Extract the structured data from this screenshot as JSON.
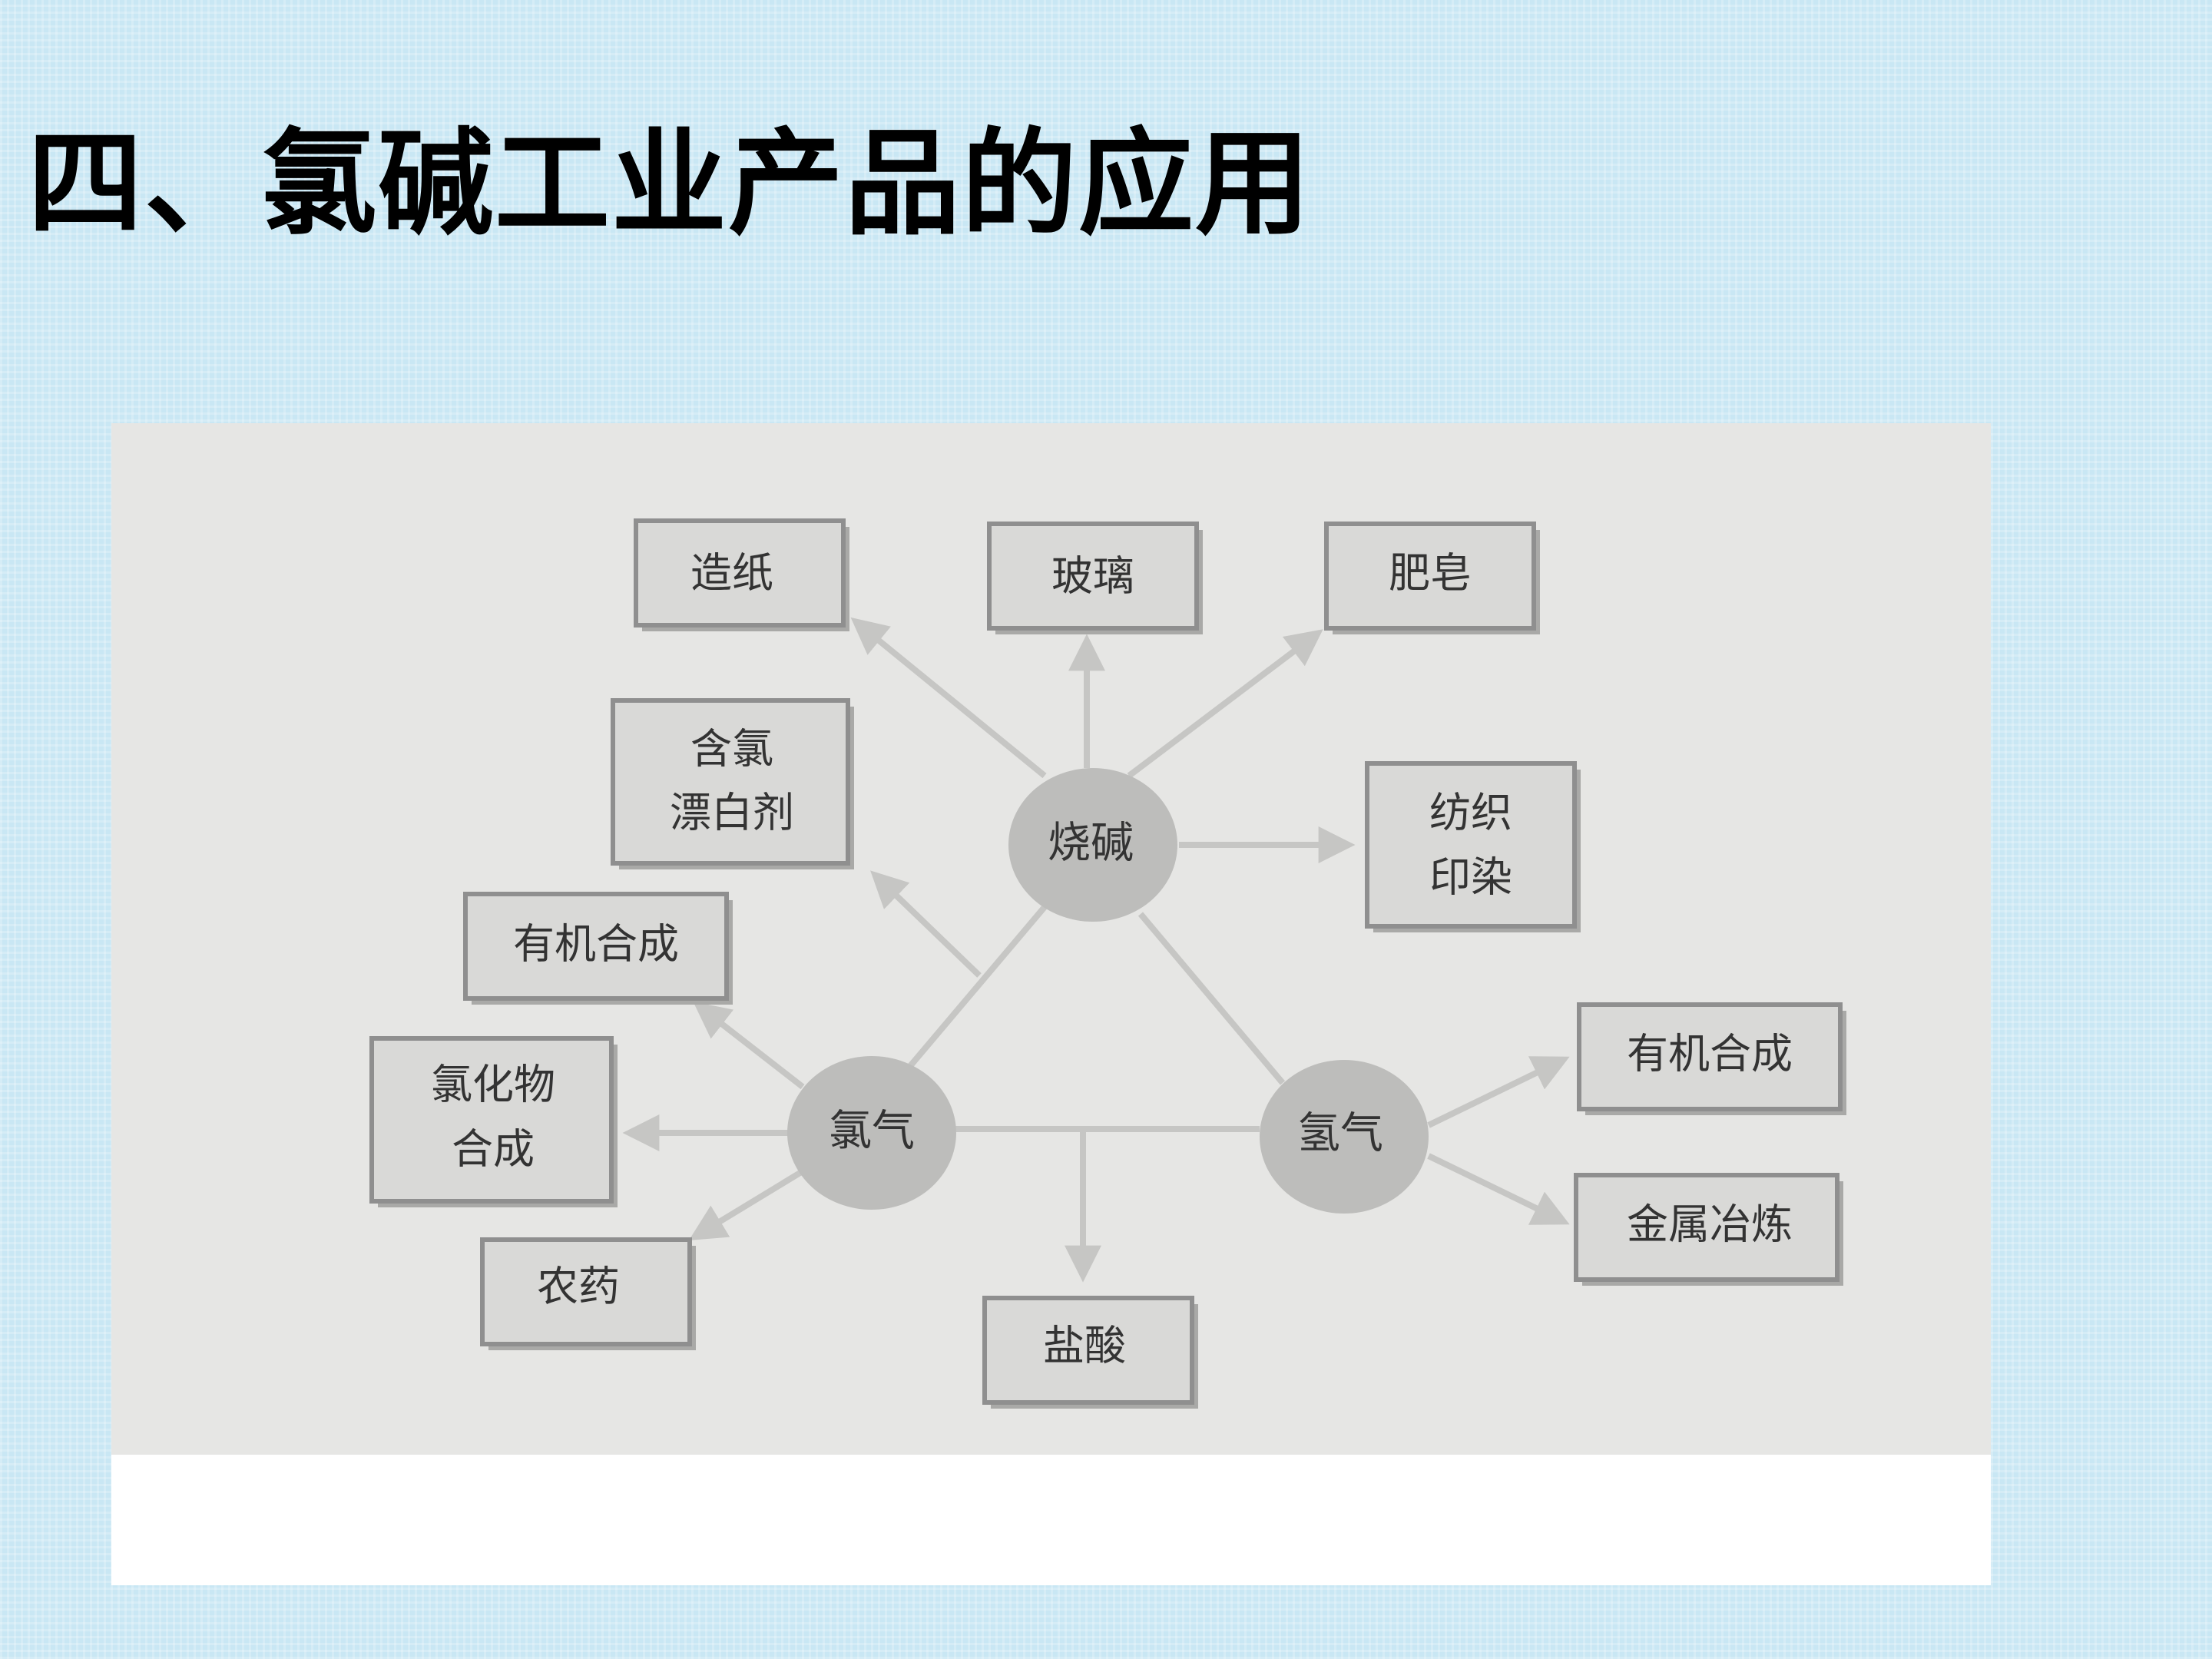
{
  "title": "四、氯碱工业产品的应用",
  "nodes": {
    "caustic_soda": "烧碱",
    "chlorine": "氯气",
    "hydrogen": "氢气"
  },
  "boxes": {
    "paper": "造纸",
    "glass": "玻璃",
    "soap": "肥皂",
    "bleach_line1": "含氯",
    "bleach_line2": "漂白剂",
    "textile_line1": "纺织",
    "textile_line2": "印染",
    "organic_left": "有机合成",
    "chloride_line1": "氯化物",
    "chloride_line2": "合成",
    "pesticide": "农药",
    "hydrochloric_acid": "盐酸",
    "organic_right": "有机合成",
    "metal_smelting": "金属冶炼"
  }
}
